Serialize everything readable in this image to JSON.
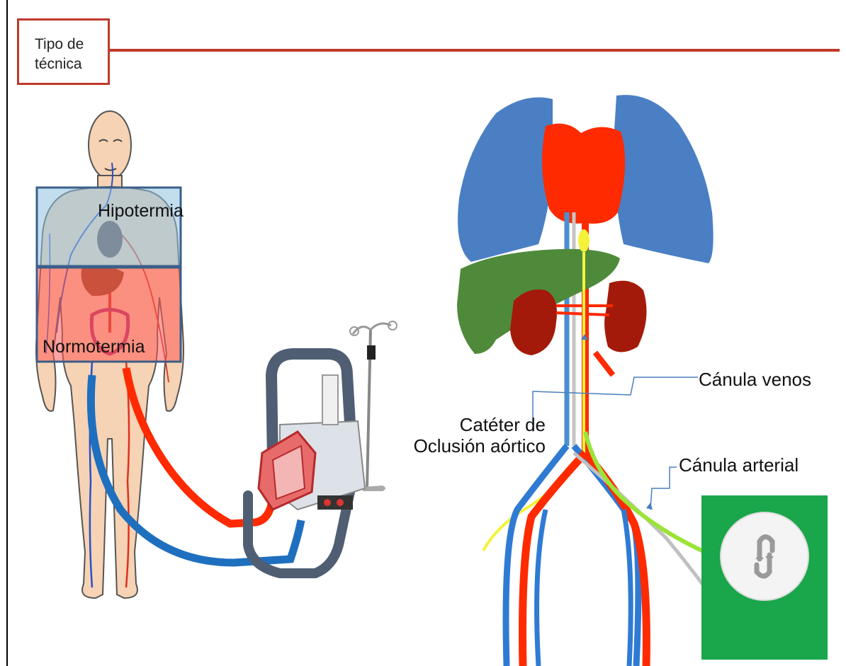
{
  "header": {
    "title": "Tipo de\ntécnica"
  },
  "body_zones": {
    "upper": "Hipotermia",
    "lower": "Normotermia"
  },
  "annotations": {
    "venous_cannula": "Cánula venos",
    "occlusion_catheter": "Catéter de\nOclusión aórtico",
    "arterial_cannula": "Cánula arterial"
  },
  "colors": {
    "accent_red": "#c0392b",
    "venous_blue": "#1f6fbf",
    "arterial_red": "#ff2a00",
    "lung_blue": "#4a7fc4",
    "liver_green": "#4f8a3b",
    "kidney_darkred": "#a41a0a",
    "guide_green": "#1aa64a",
    "catheter_yellow": "#f4f23a",
    "arterial_cannula_lime": "#9be33a"
  }
}
